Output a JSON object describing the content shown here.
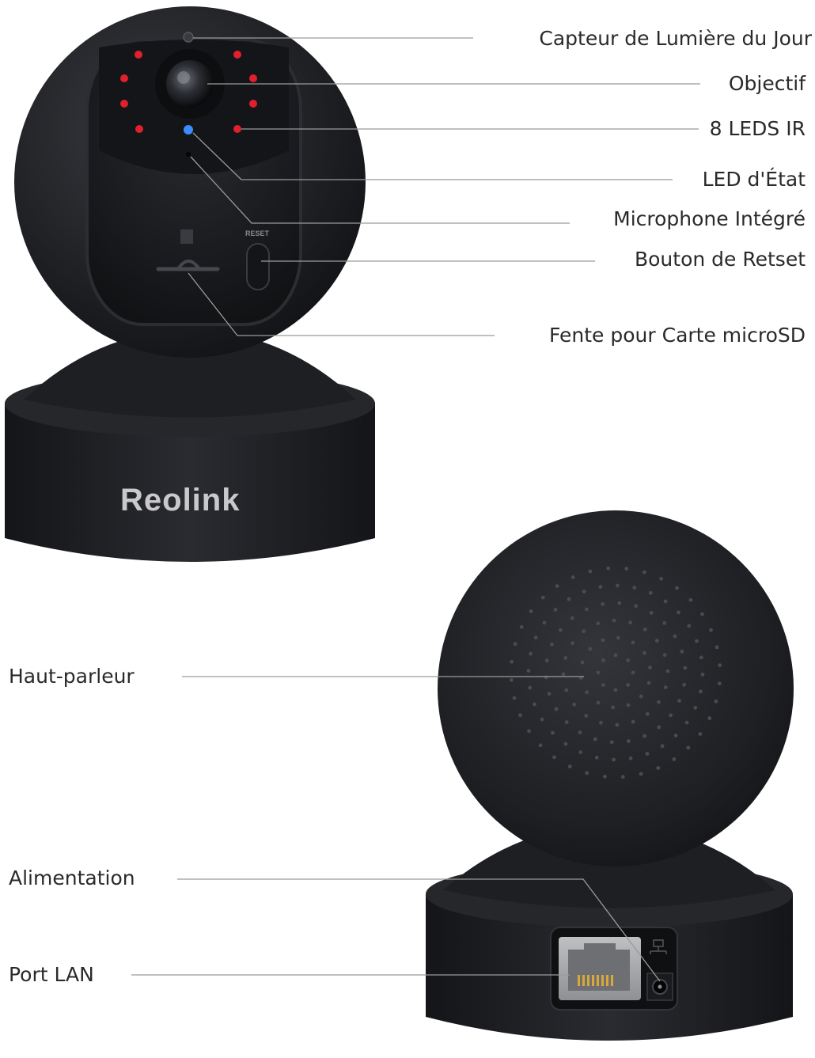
{
  "product": {
    "brand": "Reolink",
    "reset_marking": "RESET"
  },
  "front_callouts": [
    {
      "id": "daylight-sensor",
      "text": "Capteur de Lumière du Jour"
    },
    {
      "id": "lens",
      "text": "Objectif"
    },
    {
      "id": "ir-leds",
      "text": "8 LEDS IR"
    },
    {
      "id": "status-led",
      "text": "LED d'État"
    },
    {
      "id": "microphone",
      "text": "Microphone Intégré"
    },
    {
      "id": "reset-button",
      "text": "Bouton de Retset"
    },
    {
      "id": "microsd-slot",
      "text": "Fente pour Carte microSD"
    }
  ],
  "back_callouts": [
    {
      "id": "speaker",
      "text": "Haut-parleur"
    },
    {
      "id": "power",
      "text": "Alimentation"
    },
    {
      "id": "lan-port",
      "text": "Port LAN"
    }
  ],
  "colors": {
    "camera_body": "#1c1d21",
    "ir_led": "#e0202c",
    "status_led": "#3a8cff",
    "callout_line": "#9a9a9a",
    "label_text": "#2a2a2a"
  }
}
